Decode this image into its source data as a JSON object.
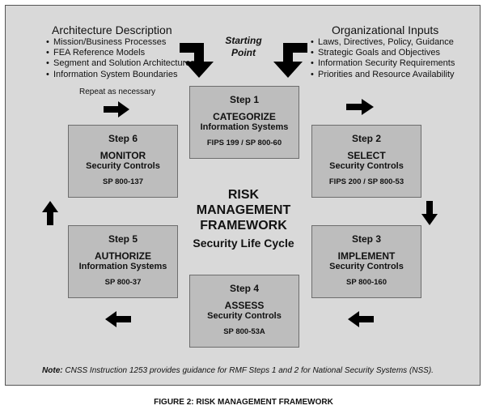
{
  "architecture": {
    "title": "Architecture Description",
    "items": [
      "Mission/Business Processes",
      "FEA Reference Models",
      "Segment and Solution Architectures",
      "Information System Boundaries"
    ]
  },
  "organizational": {
    "title": "Organizational Inputs",
    "items": [
      "Laws, Directives, Policy, Guidance",
      "Strategic Goals and Objectives",
      "Information Security Requirements",
      "Priorities and Resource Availability"
    ]
  },
  "starting_point": {
    "line1": "Starting",
    "line2": "Point"
  },
  "repeat": "Repeat as necessary",
  "steps": [
    {
      "step": "Step 1",
      "action": "CATEGORIZE",
      "object": "Information Systems",
      "standard": "FIPS 199 / SP 800-60"
    },
    {
      "step": "Step 2",
      "action": "SELECT",
      "object": "Security Controls",
      "standard": "FIPS 200 / SP 800-53"
    },
    {
      "step": "Step 3",
      "action": "IMPLEMENT",
      "object": "Security Controls",
      "standard": "SP 800-160"
    },
    {
      "step": "Step 4",
      "action": "ASSESS",
      "object": "Security Controls",
      "standard": "SP 800-53A"
    },
    {
      "step": "Step 5",
      "action": "AUTHORIZE",
      "object": "Information Systems",
      "standard": "SP 800-37"
    },
    {
      "step": "Step 6",
      "action": "MONITOR",
      "object": "Security Controls",
      "standard": "SP 800-137"
    }
  ],
  "center": {
    "line1": "RISK",
    "line2": "MANAGEMENT",
    "line3": "FRAMEWORK",
    "subtitle": "Security Life Cycle"
  },
  "note": {
    "label": "Note:",
    "text": " CNSS Instruction 1253 provides guidance for RMF Steps 1 and 2 for National Security Systems (NSS)."
  },
  "caption": "FIGURE 2: RISK MANAGEMENT FRAMEWORK"
}
